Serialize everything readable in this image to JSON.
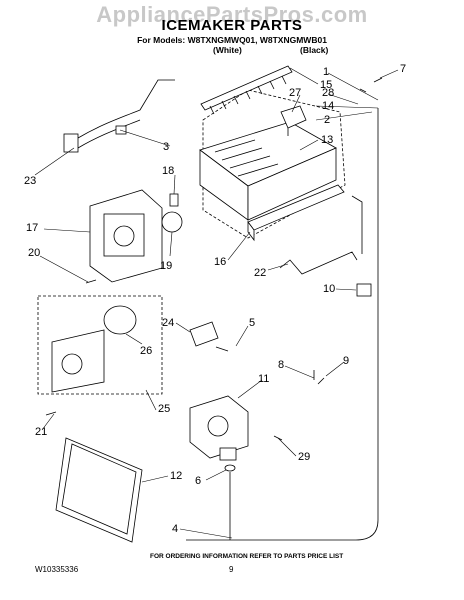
{
  "header": {
    "watermark": "AppliancePartsPros.com",
    "title": "ICEMAKER PARTS",
    "models_line": "For Models: W8TXNGMWQ01, W8TXNGMWB01",
    "variant_white": "(White)",
    "variant_black": "(Black)"
  },
  "footer": {
    "ordering_note": "FOR ORDERING INFORMATION REFER TO PARTS PRICE LIST",
    "doc_number": "W10335336",
    "page_number": "9"
  },
  "callouts": {
    "c1": "1",
    "c2": "2",
    "c3": "3",
    "c4": "4",
    "c5": "5",
    "c6": "6",
    "c7": "7",
    "c8": "8",
    "c9": "9",
    "c10": "10",
    "c11": "11",
    "c12": "12",
    "c13": "13",
    "c14": "14",
    "c15": "15",
    "c16": "16",
    "c17": "17",
    "c18": "18",
    "c19": "19",
    "c20": "20",
    "c21": "21",
    "c22": "22",
    "c23": "23",
    "c24": "24",
    "c25": "25",
    "c26": "26",
    "c27": "27",
    "c28": "28",
    "c29": "29"
  }
}
